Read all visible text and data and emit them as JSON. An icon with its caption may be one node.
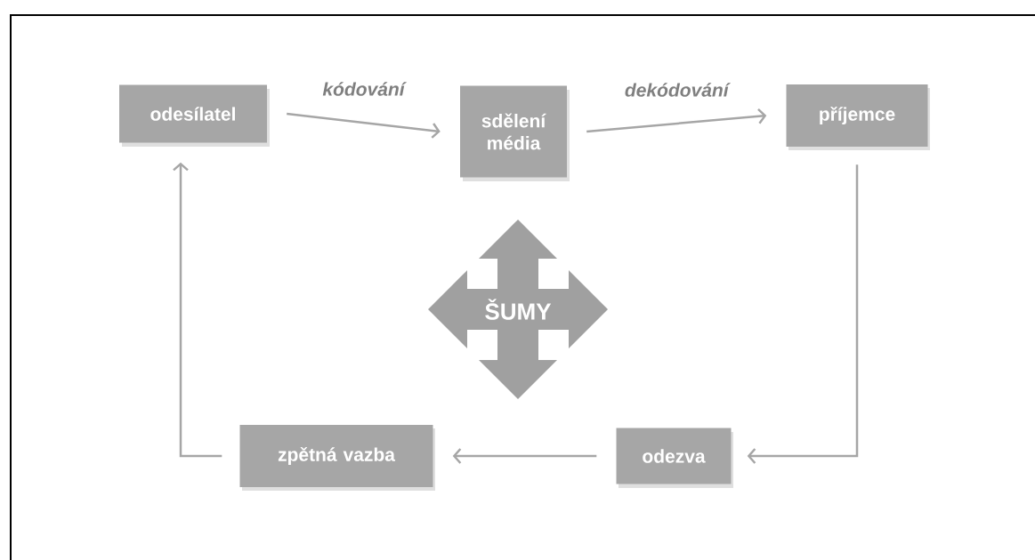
{
  "diagram": {
    "nodes": [
      {
        "text": [
          "odesílatel"
        ]
      },
      {
        "text": [
          "sdělení média"
        ]
      },
      {
        "text": [
          "příjemce"
        ]
      },
      {
        "text": [
          "odezva"
        ]
      },
      {
        "text": [
          "zpětná vazba"
        ]
      },
      {
        "text": [
          "ŠUMY"
        ]
      }
    ],
    "edges": [
      {
        "from": 0,
        "to": 1,
        "arrow": "to",
        "label": "kódování"
      },
      {
        "from": 1,
        "to": 2,
        "arrow": "to",
        "label": "dekódování"
      },
      {
        "from": 2,
        "to": 3,
        "arrow": "to"
      },
      {
        "from": 3,
        "to": 4,
        "arrow": "to"
      },
      {
        "from": 4,
        "to": 0,
        "arrow": "to"
      }
    ]
  }
}
